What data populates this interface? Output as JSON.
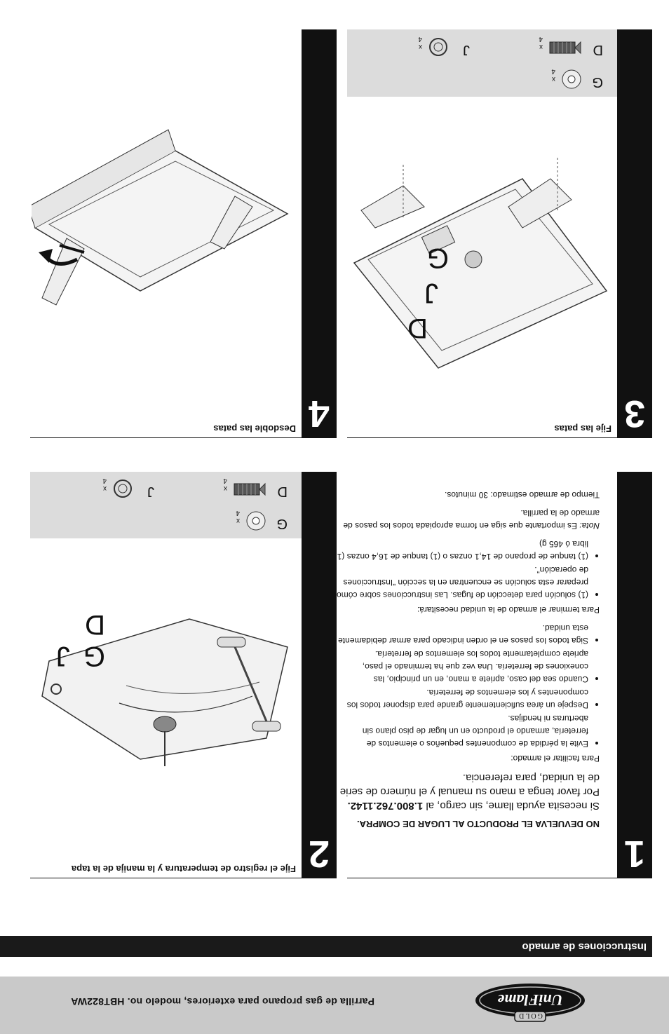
{
  "header": {
    "brand": "UniFlame",
    "brand_sub": "GOLD",
    "model_line": "Parrilla de gas propano para exteriores, modelo no. HBT822WA"
  },
  "section_title": "Instrucciones de armado",
  "colors": {
    "band": "#c9c9c9",
    "bar": "#1a1a1a",
    "parts_bg": "#dcdcdc"
  },
  "step1": {
    "number": "1",
    "warning": "NO DEVUELVA EL PRODUCTO AL LUGAR DE COMPRA.",
    "help_pre": "Si necesita ayuda llame, sin cargo, al ",
    "help_phone": "1.800.762.1142.",
    "help_post": " Por favor tenga a mano su manual y el número de serie de la unidad, para referencia.",
    "facilitar_label": "Para facilitar el armado:",
    "facilitar": [
      "Evite la pérdida de componentes pequeños o elementos de ferretería, armando el producto en un lugar de piso plano sin aberturas ni hendijas.",
      "Despeje un área suficientemente grande para disponer todos los componentes y los elementos de ferretería.",
      "Cuando sea del caso, apriete a mano, en un principio, las conexiones de ferretería. Una vez que ha terminado el paso, apriete completamente todos los elementos de ferretería.",
      "Siga todos los pasos en el orden indicado para armar debidamente esta unidad."
    ],
    "necesitara_label": "Para terminar el armado de la unidad necesitará:",
    "necesitara": [
      "(1) solución para detección de fugas. Las instrucciones sobre cómo preparar esta solución se encuentran en la sección “Instrucciones de operación”.",
      "(1) tanque de propano de 14,1 onzas o (1) tanque de 16,4 onzas (1 libra ó 465 g)"
    ],
    "nota_label": "Nota:",
    "nota": " Es importante que siga en forma apropiada todos los pasos de armado de la parrilla.",
    "tiempo": "Tiempo de armado estimado: 30 minutos."
  },
  "step2": {
    "number": "2",
    "title": "Fije el registro de temperatura y la manija de la tapa",
    "parts": [
      {
        "letter": "G",
        "qty": "x 4",
        "icon": "washer-icon"
      },
      {
        "letter": "D",
        "qty": "x 4",
        "icon": "bolt-icon"
      },
      {
        "letter": "J",
        "qty": "x 4",
        "icon": "lock-washer-icon"
      }
    ],
    "callout": "G J D"
  },
  "step3": {
    "number": "3",
    "title": "Fije las patas",
    "parts": [
      {
        "letter": "G",
        "qty": "x 4",
        "icon": "washer-icon"
      },
      {
        "letter": "D",
        "qty": "x 4",
        "icon": "bolt-icon"
      },
      {
        "letter": "J",
        "qty": "x 4",
        "icon": "lock-washer-icon"
      }
    ],
    "callouts": [
      "G",
      "J",
      "D"
    ]
  },
  "step4": {
    "number": "4",
    "title": "Desdoble las patas"
  }
}
